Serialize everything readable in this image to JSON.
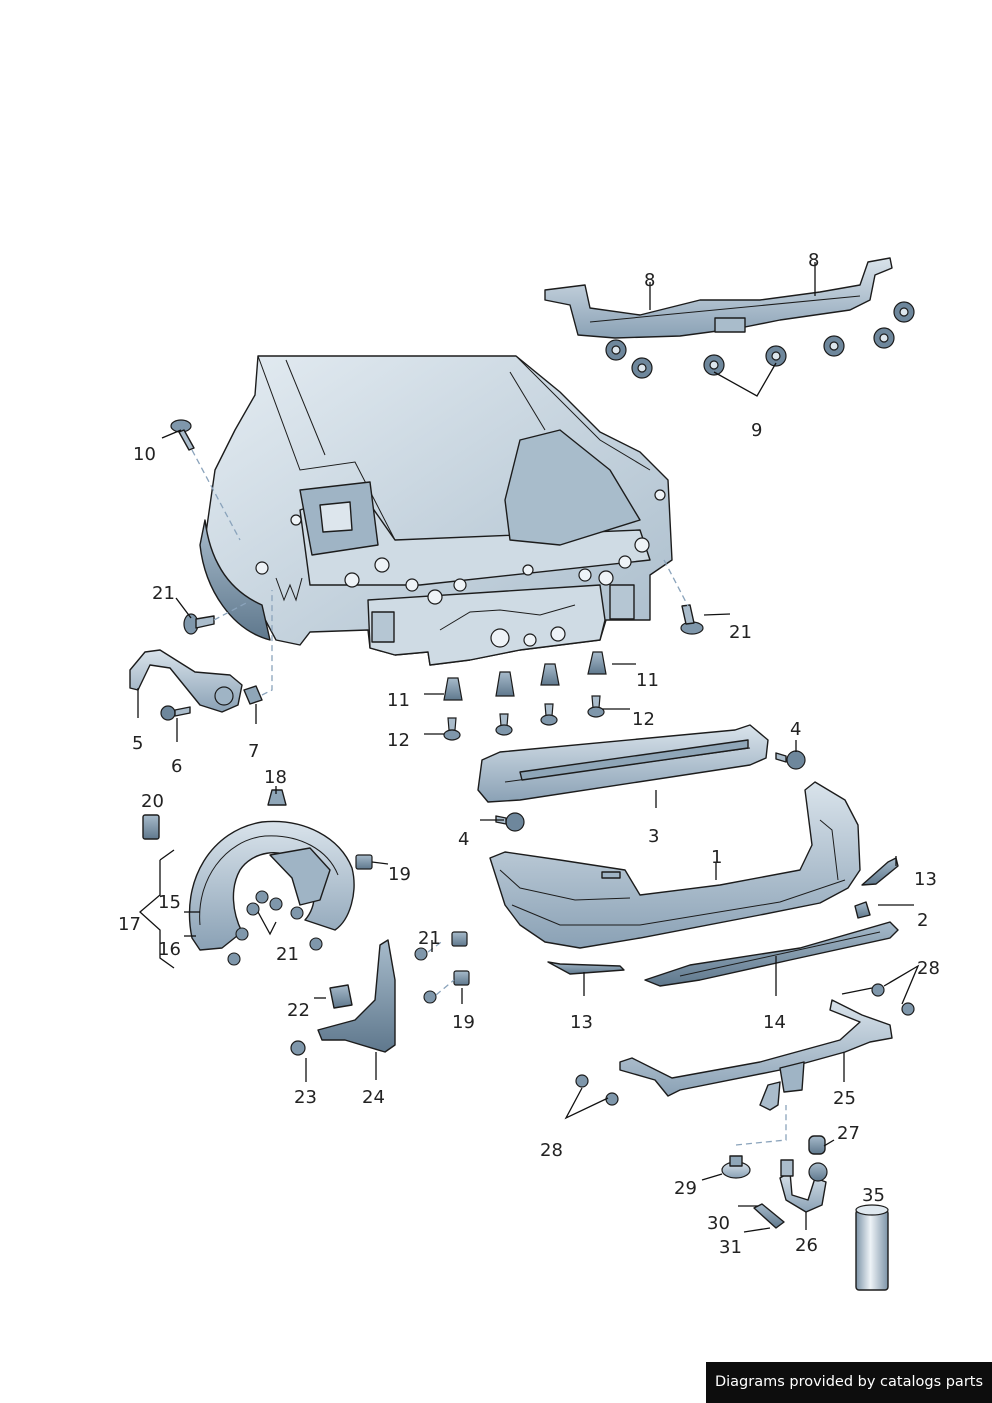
{
  "callouts": [
    "1",
    "2",
    "3",
    "4",
    "4",
    "5",
    "6",
    "7",
    "8",
    "8",
    "9",
    "10",
    "11",
    "11",
    "12",
    "12",
    "13",
    "13",
    "14",
    "15",
    "16",
    "17",
    "18",
    "19",
    "19",
    "20",
    "21",
    "21",
    "21",
    "21",
    "22",
    "23",
    "24",
    "25",
    "26",
    "27",
    "28",
    "28",
    "29",
    "30",
    "31",
    "35"
  ],
  "footer": {
    "text": "Diagrams provided by catalogs parts"
  },
  "colors": {
    "part_fill": "#b9c9d6",
    "part_fill_dark": "#7f97ab",
    "part_fill_light": "#dfe8ef",
    "outline": "#1c1c1c",
    "footer_bg": "#0d0d0d"
  }
}
